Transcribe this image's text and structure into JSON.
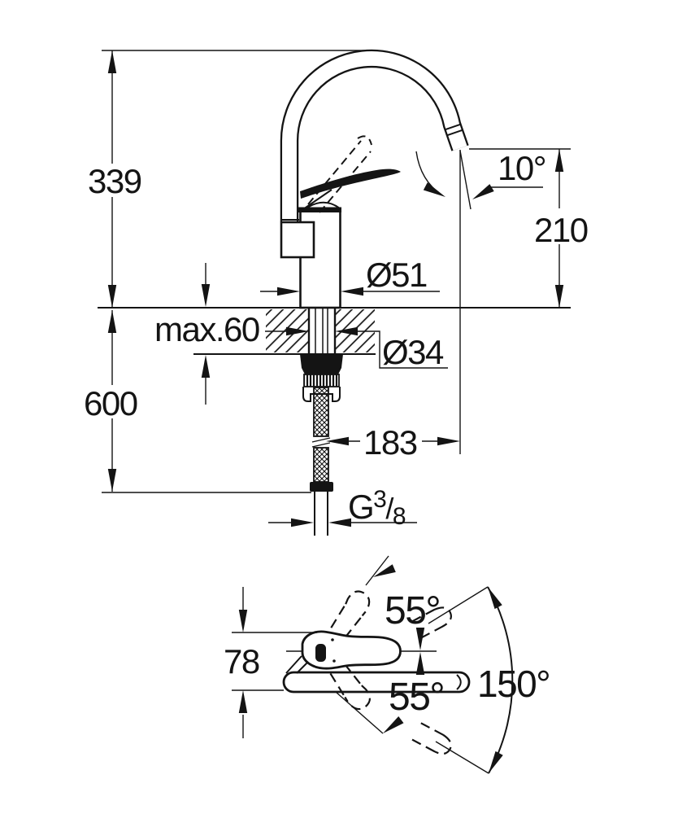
{
  "drawing": {
    "type": "faucet dimensional drawing",
    "colors": {
      "line": "#141414",
      "background": "#ffffff"
    },
    "side_view": {
      "overall_height": "339",
      "hose_length": "600",
      "deck_thickness": "max.60",
      "body_diameter": "Ø51",
      "hole_diameter": "Ø34",
      "outlet_height": "210",
      "outlet_angle": "10°",
      "spout_projection": "183",
      "thread": {
        "prefix": "G",
        "numerator": "3",
        "slash": "/",
        "denominator": "8"
      }
    },
    "plan_view": {
      "faucet_depth": "78",
      "lever_swing_upper": "55°",
      "lever_swing_lower": "55°",
      "spout_swivel_range": "150°"
    }
  }
}
